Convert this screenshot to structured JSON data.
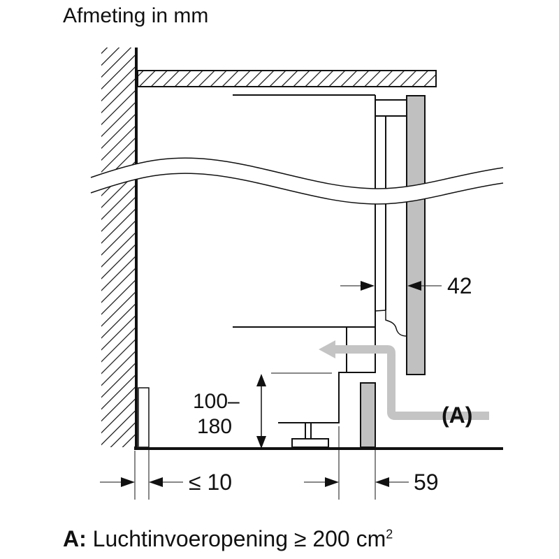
{
  "title": "Afmeting in mm",
  "dimensions": {
    "door_thickness": "42",
    "plinth_height_top": "100–",
    "plinth_height_bottom": "180",
    "wall_gap": "≤ 10",
    "plinth_setback": "59"
  },
  "callout": "(A)",
  "legend": {
    "key": "A:",
    "text": "Luchtinvoeropening ≥ 200 cm",
    "superscript": "2"
  },
  "colors": {
    "panel": "#c0c0c0",
    "airflow": "#c4c4c4",
    "line": "#111111"
  }
}
